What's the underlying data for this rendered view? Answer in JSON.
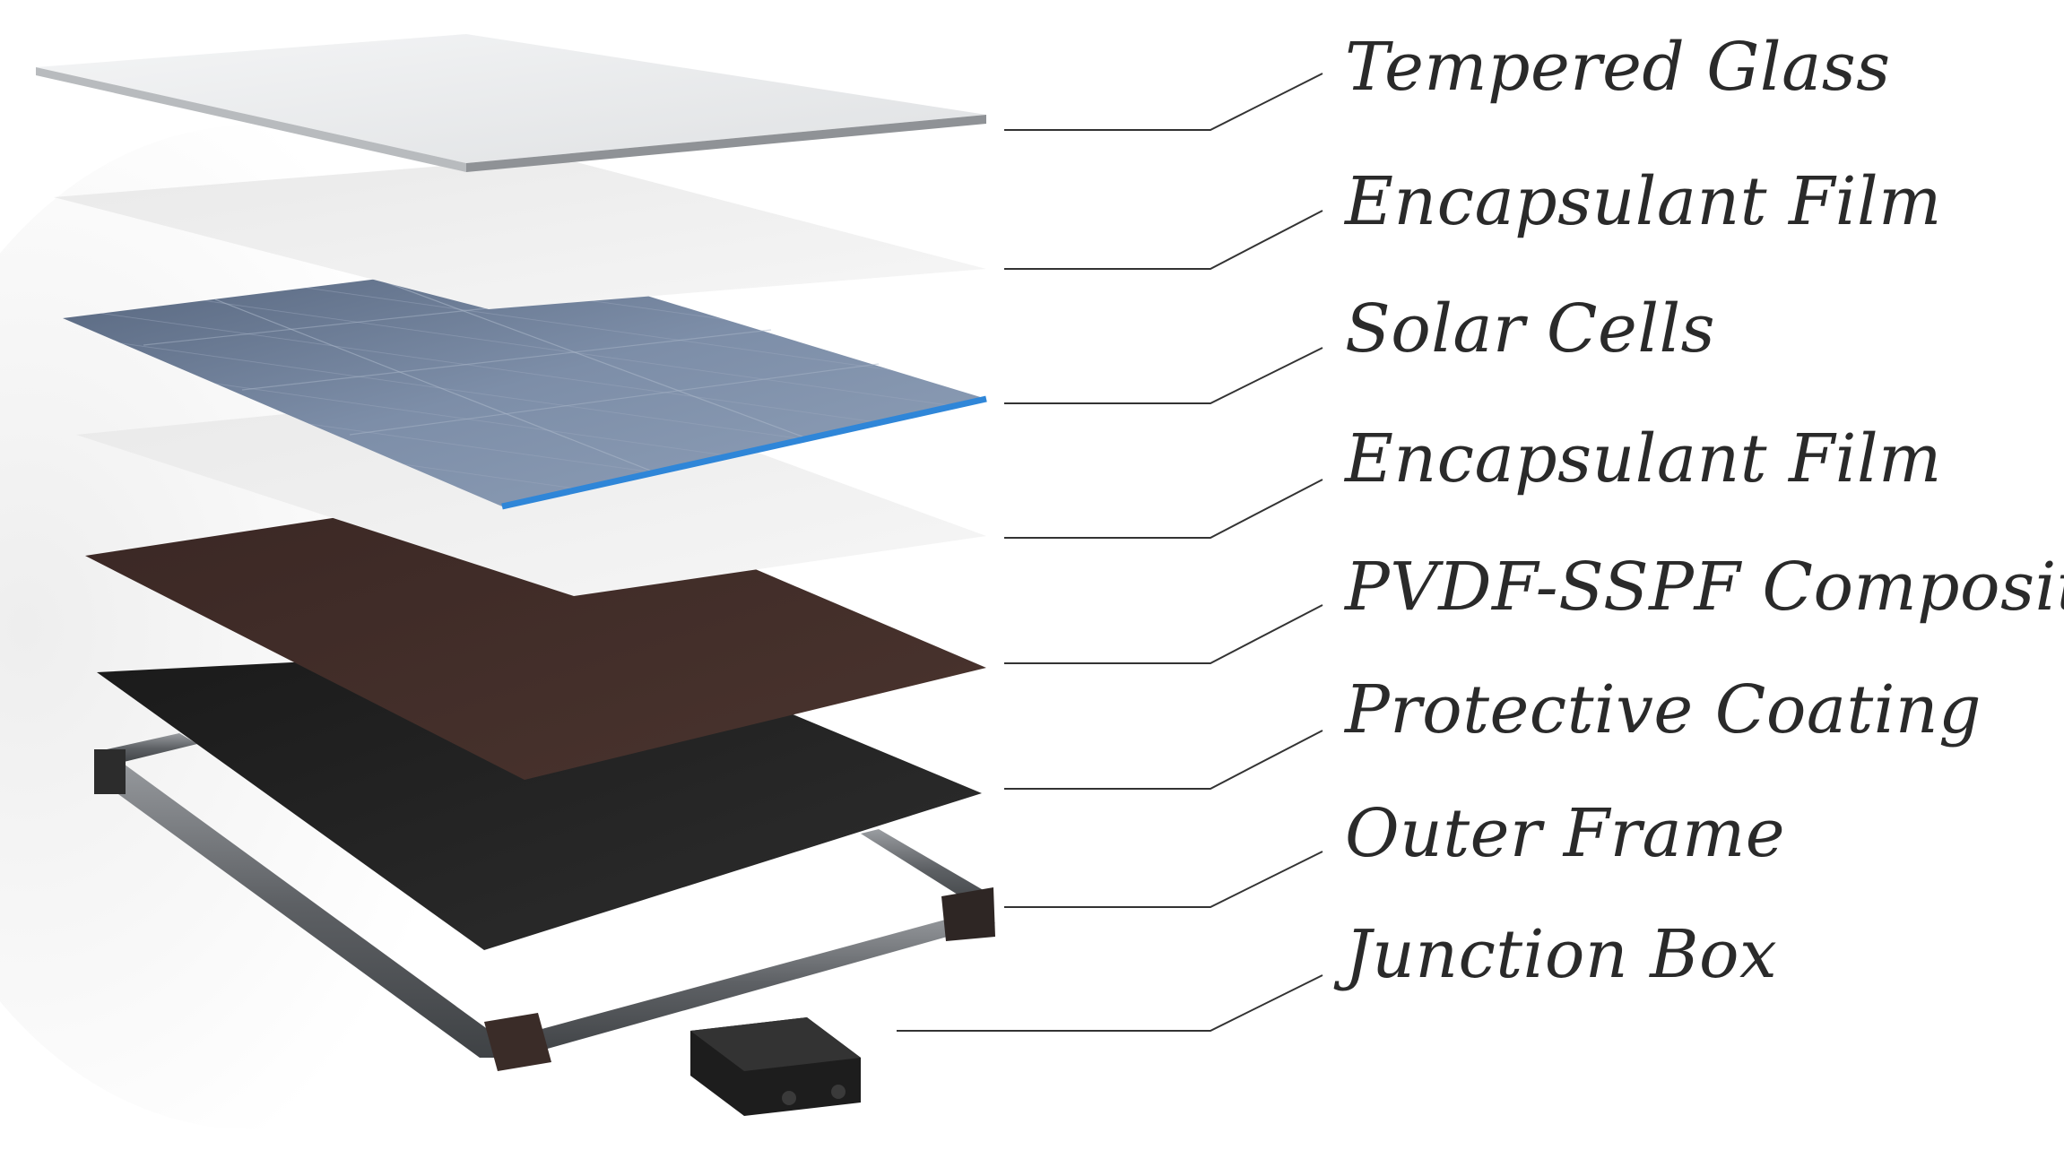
{
  "diagram": {
    "layers": [
      {
        "id": "tempered-glass",
        "label": "Tempered Glass"
      },
      {
        "id": "encapsulant-film-top",
        "label": "Encapsulant Film"
      },
      {
        "id": "solar-cells",
        "label": "Solar Cells"
      },
      {
        "id": "encapsulant-film-bottom",
        "label": "Encapsulant Film"
      },
      {
        "id": "pvdf-sspf-composites",
        "label": "PVDF-SSPF Composites"
      },
      {
        "id": "protective-coating",
        "label": "Protective Coating"
      },
      {
        "id": "outer-frame",
        "label": "Outer Frame"
      },
      {
        "id": "junction-box",
        "label": "Junction Box"
      }
    ],
    "colors": {
      "glass": "#e6e8ea",
      "film": "#efefef",
      "cells": "#6c7d96",
      "cell_edge": "#2f86d8",
      "pvdf": "#3e2a26",
      "coating": "#222222",
      "frame": "#6b6e72",
      "box": "#1f1f1f",
      "leader": "#333333"
    }
  }
}
